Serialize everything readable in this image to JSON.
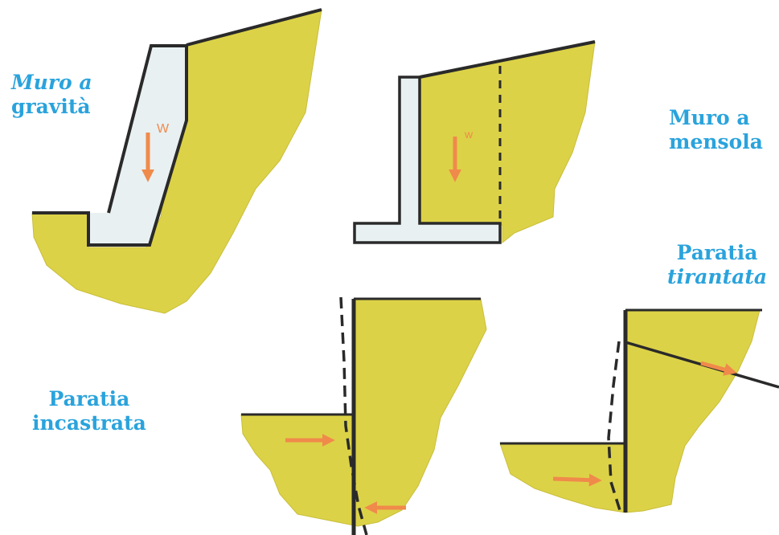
{
  "colors": {
    "soil": "#dcd247",
    "soil_edge": "#c9be3a",
    "wall_fill": "#e8f0f2",
    "line": "#2a2a2a",
    "arrow": "#f08a4b",
    "label_blue": "#2aa3dc"
  },
  "labels": {
    "muro_gravita": {
      "line1": "Muro a",
      "line2": "gravità"
    },
    "muro_mensola": {
      "line1": "Muro a",
      "line2": "mensola"
    },
    "paratia_tirantata": {
      "line1": "Paratia",
      "line2": "tirantata"
    },
    "paratia_incastrata": {
      "line1": "Paratia",
      "line2": "incastrata"
    }
  },
  "arrow_labels": {
    "gravity_w": "W",
    "cantilever_w": "w"
  }
}
